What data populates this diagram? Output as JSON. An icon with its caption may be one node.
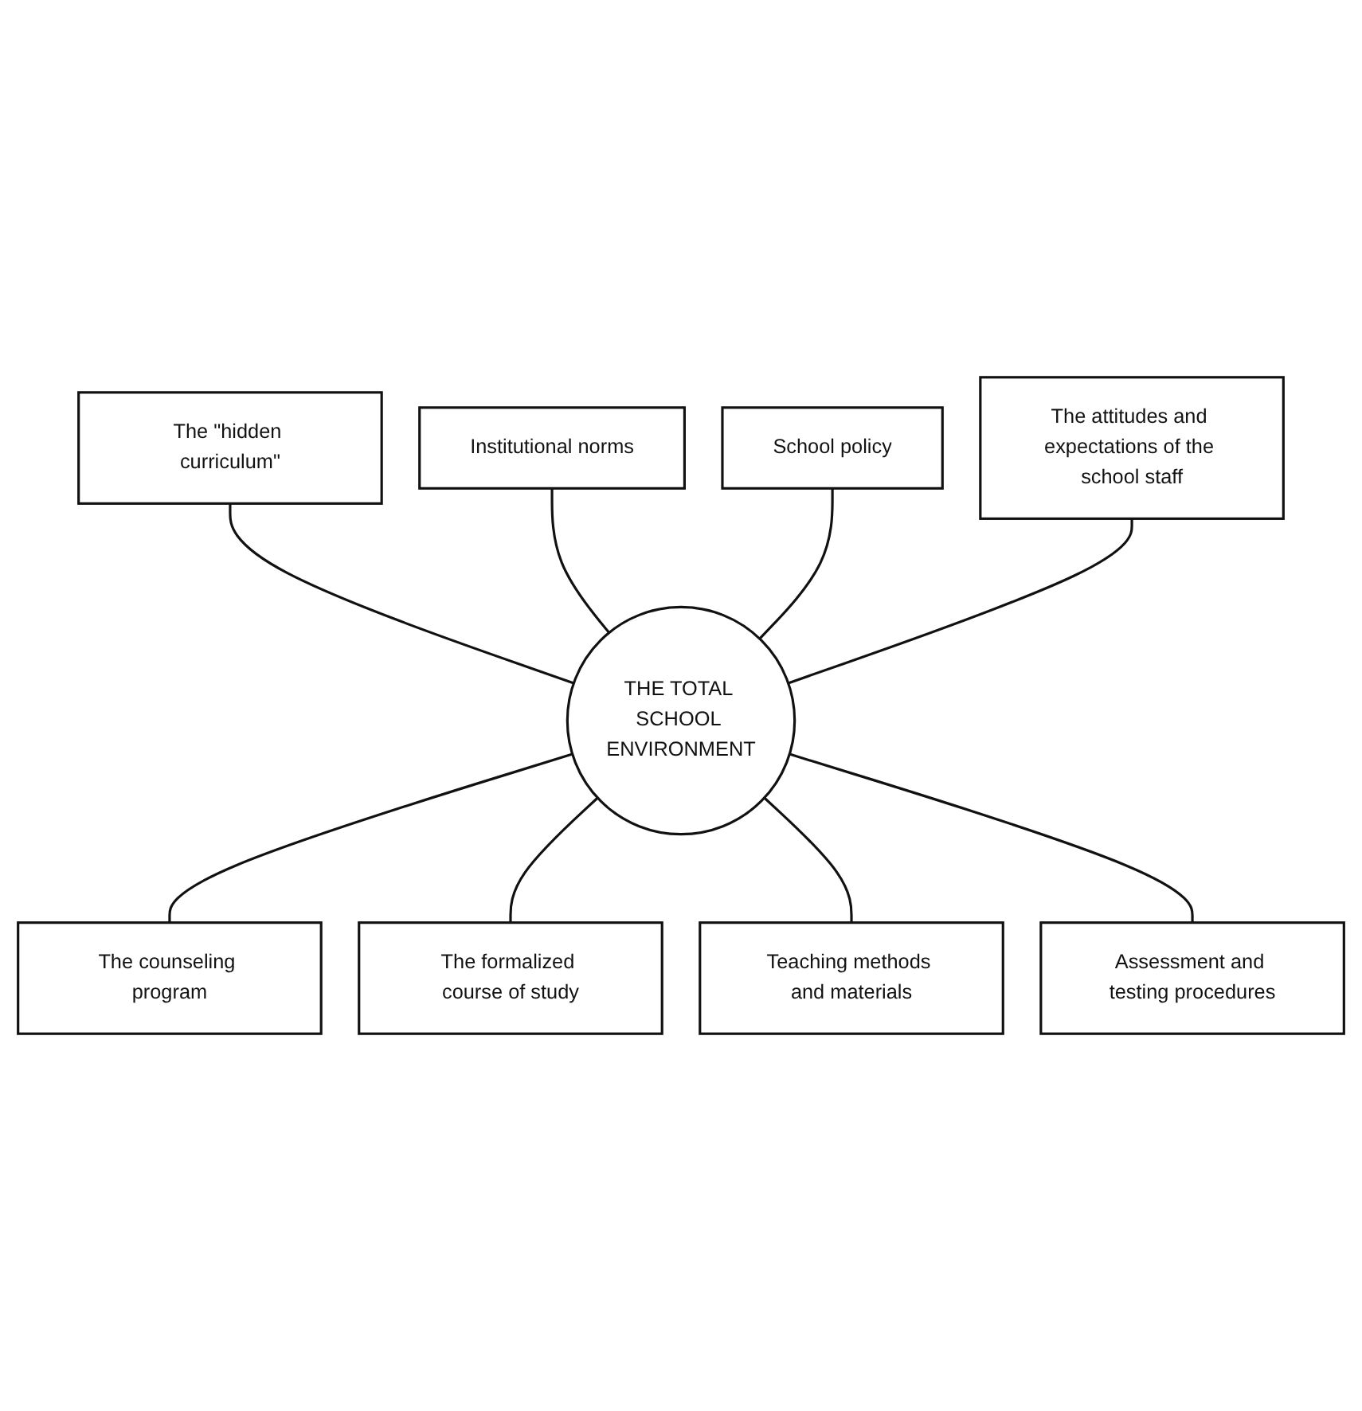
{
  "diagram": {
    "nodes": [
      {
        "text": [
          "The \"hidden curriculum\""
        ]
      },
      {
        "text": [
          "Institutional norms"
        ]
      },
      {
        "text": [
          "School policy"
        ]
      },
      {
        "text": [
          "The attitudes and expectations of the school staff"
        ]
      },
      {
        "text": [
          "THE TOTAL SCHOOL ENVIRONMENT"
        ]
      },
      {
        "text": [
          "The counseling program"
        ]
      },
      {
        "text": [
          "The formalized course of study"
        ]
      },
      {
        "text": [
          "Teaching methods and materials"
        ]
      },
      {
        "text": [
          "Assessment and testing procedures"
        ]
      }
    ],
    "edges": [
      {
        "from": 0,
        "to": 4,
        "arrow": "none"
      },
      {
        "from": 1,
        "to": 4,
        "arrow": "none"
      },
      {
        "from": 2,
        "to": 4,
        "arrow": "none"
      },
      {
        "from": 3,
        "to": 4,
        "arrow": "none"
      },
      {
        "from": 4,
        "to": 5,
        "arrow": "none"
      },
      {
        "from": 4,
        "to": 6,
        "arrow": "none"
      },
      {
        "from": 4,
        "to": 7,
        "arrow": "none"
      },
      {
        "from": 4,
        "to": 8,
        "arrow": "none"
      }
    ]
  }
}
